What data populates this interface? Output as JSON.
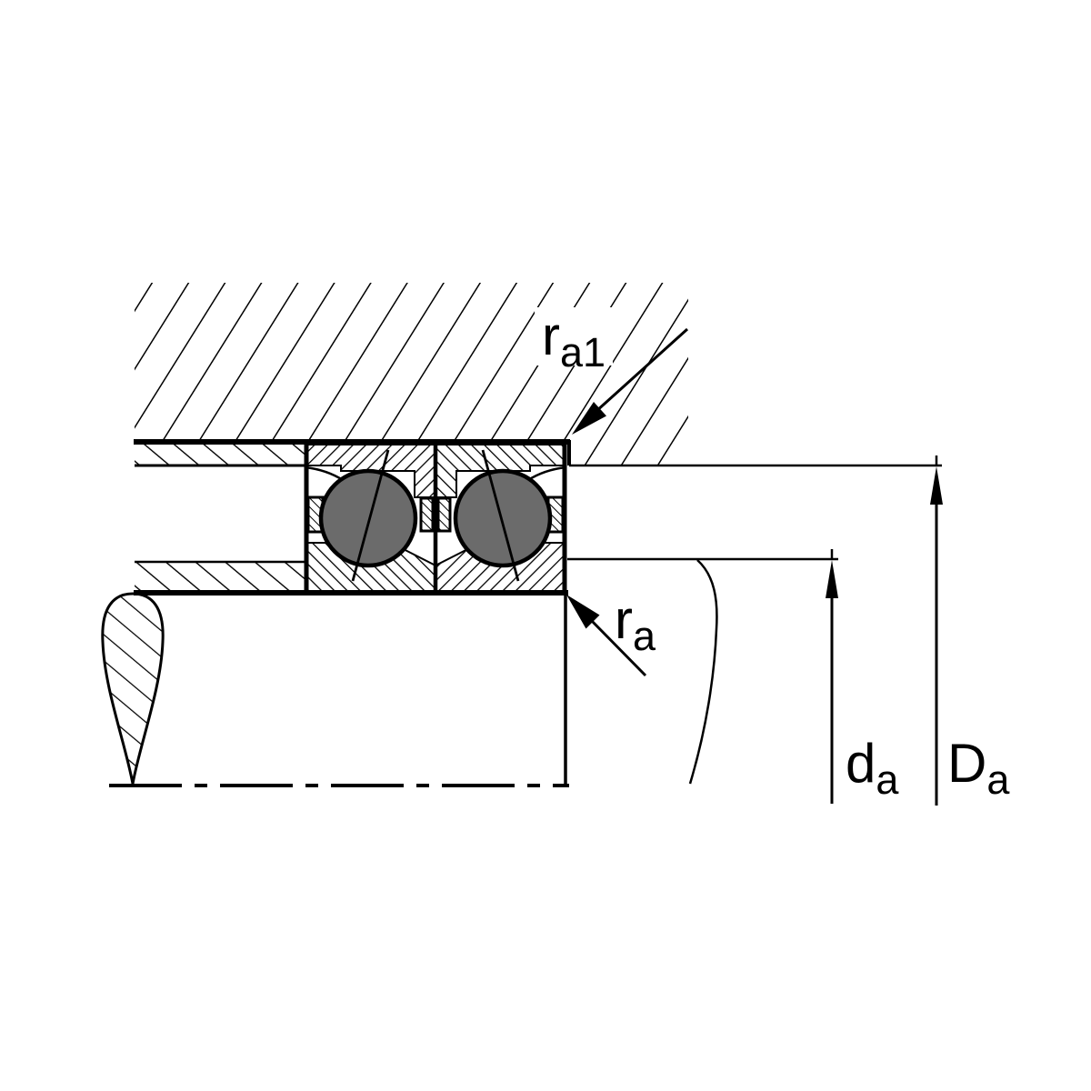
{
  "figure": {
    "type": "bearing-mounting-cross-section",
    "labels": {
      "ra1": {
        "main": "r",
        "sub": "a1"
      },
      "ra": {
        "main": "r",
        "sub": "a"
      },
      "da": {
        "main": "d",
        "sub": "a"
      },
      "Da": {
        "main": "D",
        "sub": "a"
      }
    }
  },
  "colors": {
    "ink": "#000000",
    "ball_gray": "#6b6b6b",
    "background": "#ffffff"
  }
}
